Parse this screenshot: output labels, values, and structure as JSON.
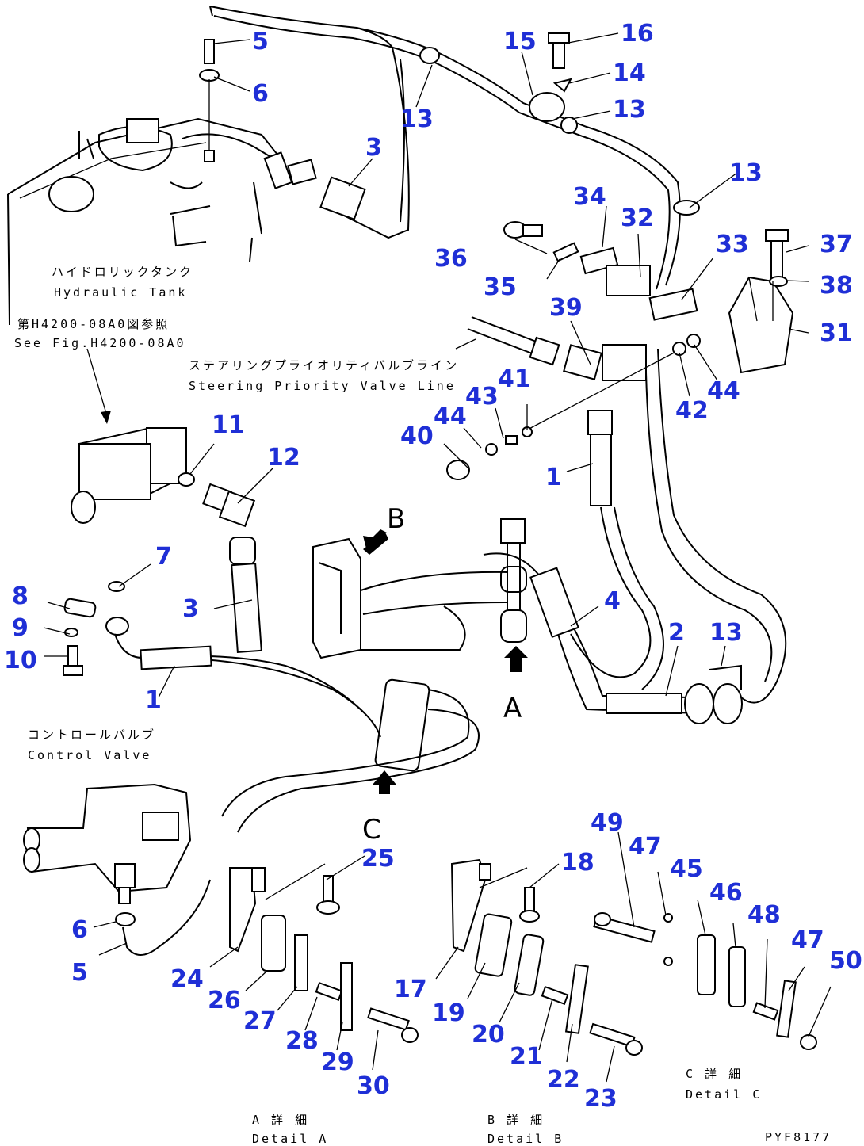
{
  "labels": {
    "hydraulic_tank_jp": "ハイドロリックタンク",
    "hydraulic_tank_en": "Hydraulic Tank",
    "fig_ref_jp": "第H4200-08A0図参照",
    "fig_ref_en": "See Fig.H4200-08A0",
    "steering_line_jp": "ステアリングプライオリティバルブライン",
    "steering_line_en": "Steering Priority Valve Line",
    "control_valve_jp": "コントロールバルブ",
    "control_valve_en": "Control Valve",
    "detail_a_jp": "A 詳 細",
    "detail_a_en": "Detail A",
    "detail_b_jp": "B 詳 細",
    "detail_b_en": "Detail B",
    "detail_c_jp": "C 詳 細",
    "detail_c_en": "Detail C",
    "drawing_code": "PYF8177"
  },
  "view_markers": {
    "A": "A",
    "B": "B",
    "C": "C"
  },
  "callouts": {
    "c5a": "5",
    "c6a": "6",
    "c15": "15",
    "c16": "16",
    "c14": "14",
    "c13a": "13",
    "c13b": "13",
    "c3a": "3",
    "c13c": "13",
    "c34": "34",
    "c32": "32",
    "c36": "36",
    "c35": "35",
    "c33": "33",
    "c37": "37",
    "c38": "38",
    "c31": "31",
    "c39": "39",
    "c41": "41",
    "c43": "43",
    "c44a": "44",
    "c40": "40",
    "c42": "42",
    "c44b": "44",
    "c11": "11",
    "c12": "12",
    "c1a": "1",
    "c7": "7",
    "c8": "8",
    "c9": "9",
    "c10": "10",
    "c3b": "3",
    "c1b": "1",
    "c4": "4",
    "c2": "2",
    "c13d": "13",
    "c6b": "6",
    "c5b": "5",
    "c25": "25",
    "c24": "24",
    "c26": "26",
    "c27": "27",
    "c28": "28",
    "c29": "29",
    "c30": "30",
    "c49": "49",
    "c47a": "47",
    "c45": "45",
    "c46": "46",
    "c48": "48",
    "c47b": "47",
    "c50": "50",
    "c18": "18",
    "c17": "17",
    "c19": "19",
    "c20": "20",
    "c21": "21",
    "c22": "22",
    "c23": "23"
  }
}
